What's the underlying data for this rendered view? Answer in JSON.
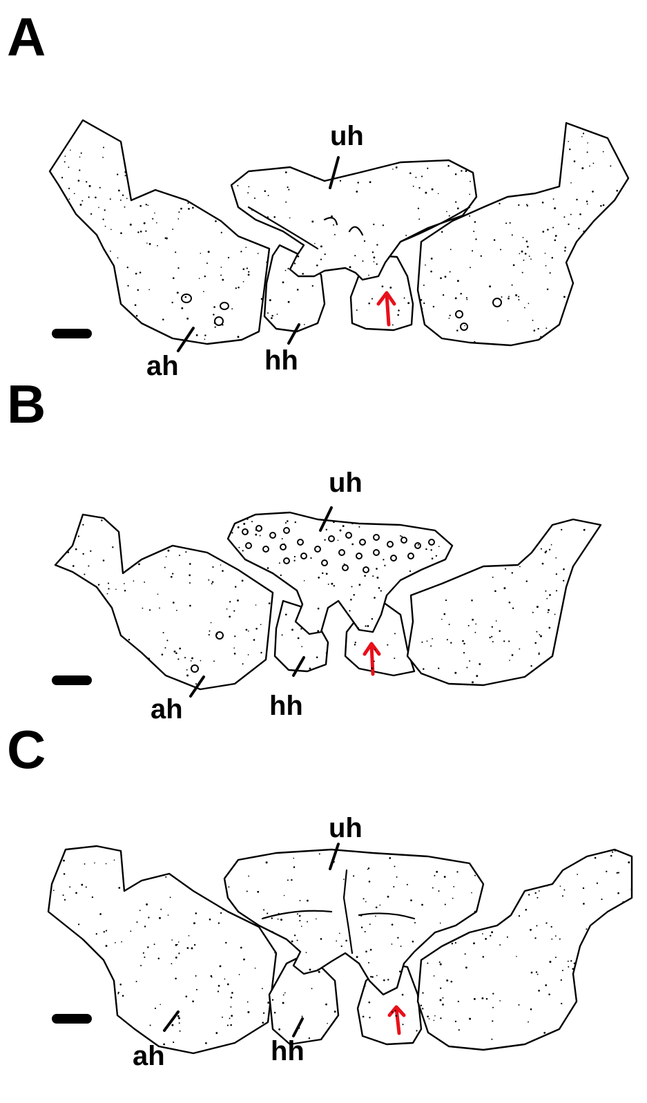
{
  "panels": [
    {
      "letter": "A",
      "labels": {
        "uh": "uh",
        "ah": "ah",
        "hh": "hh"
      }
    },
    {
      "letter": "B",
      "labels": {
        "uh": "uh",
        "ah": "ah",
        "hh": "hh"
      }
    },
    {
      "letter": "C",
      "labels": {
        "uh": "uh",
        "ah": "ah",
        "hh": "hh"
      }
    }
  ],
  "colors": {
    "arrow": "#e8101a",
    "ink": "#000000",
    "background": "#ffffff"
  }
}
